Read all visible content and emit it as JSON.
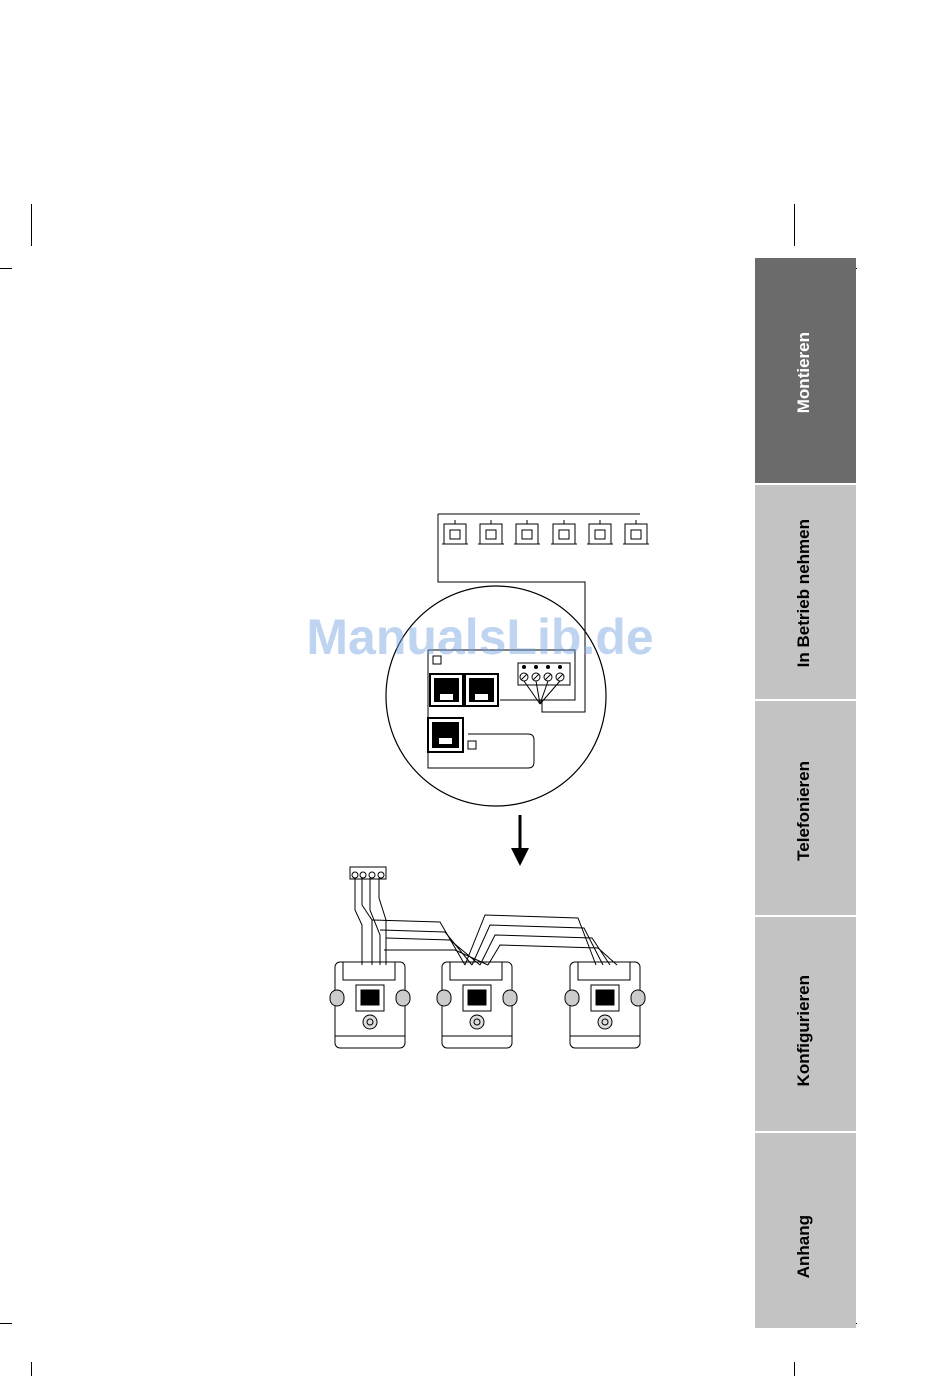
{
  "watermark": "ManualsLib.de",
  "tabs": [
    {
      "label": "Montieren",
      "active": true
    },
    {
      "label": "In Betrieb nehmen",
      "active": false
    },
    {
      "label": "Telefonieren",
      "active": false
    },
    {
      "label": "Konfigurieren",
      "active": false
    },
    {
      "label": "Anhang",
      "active": false
    }
  ]
}
